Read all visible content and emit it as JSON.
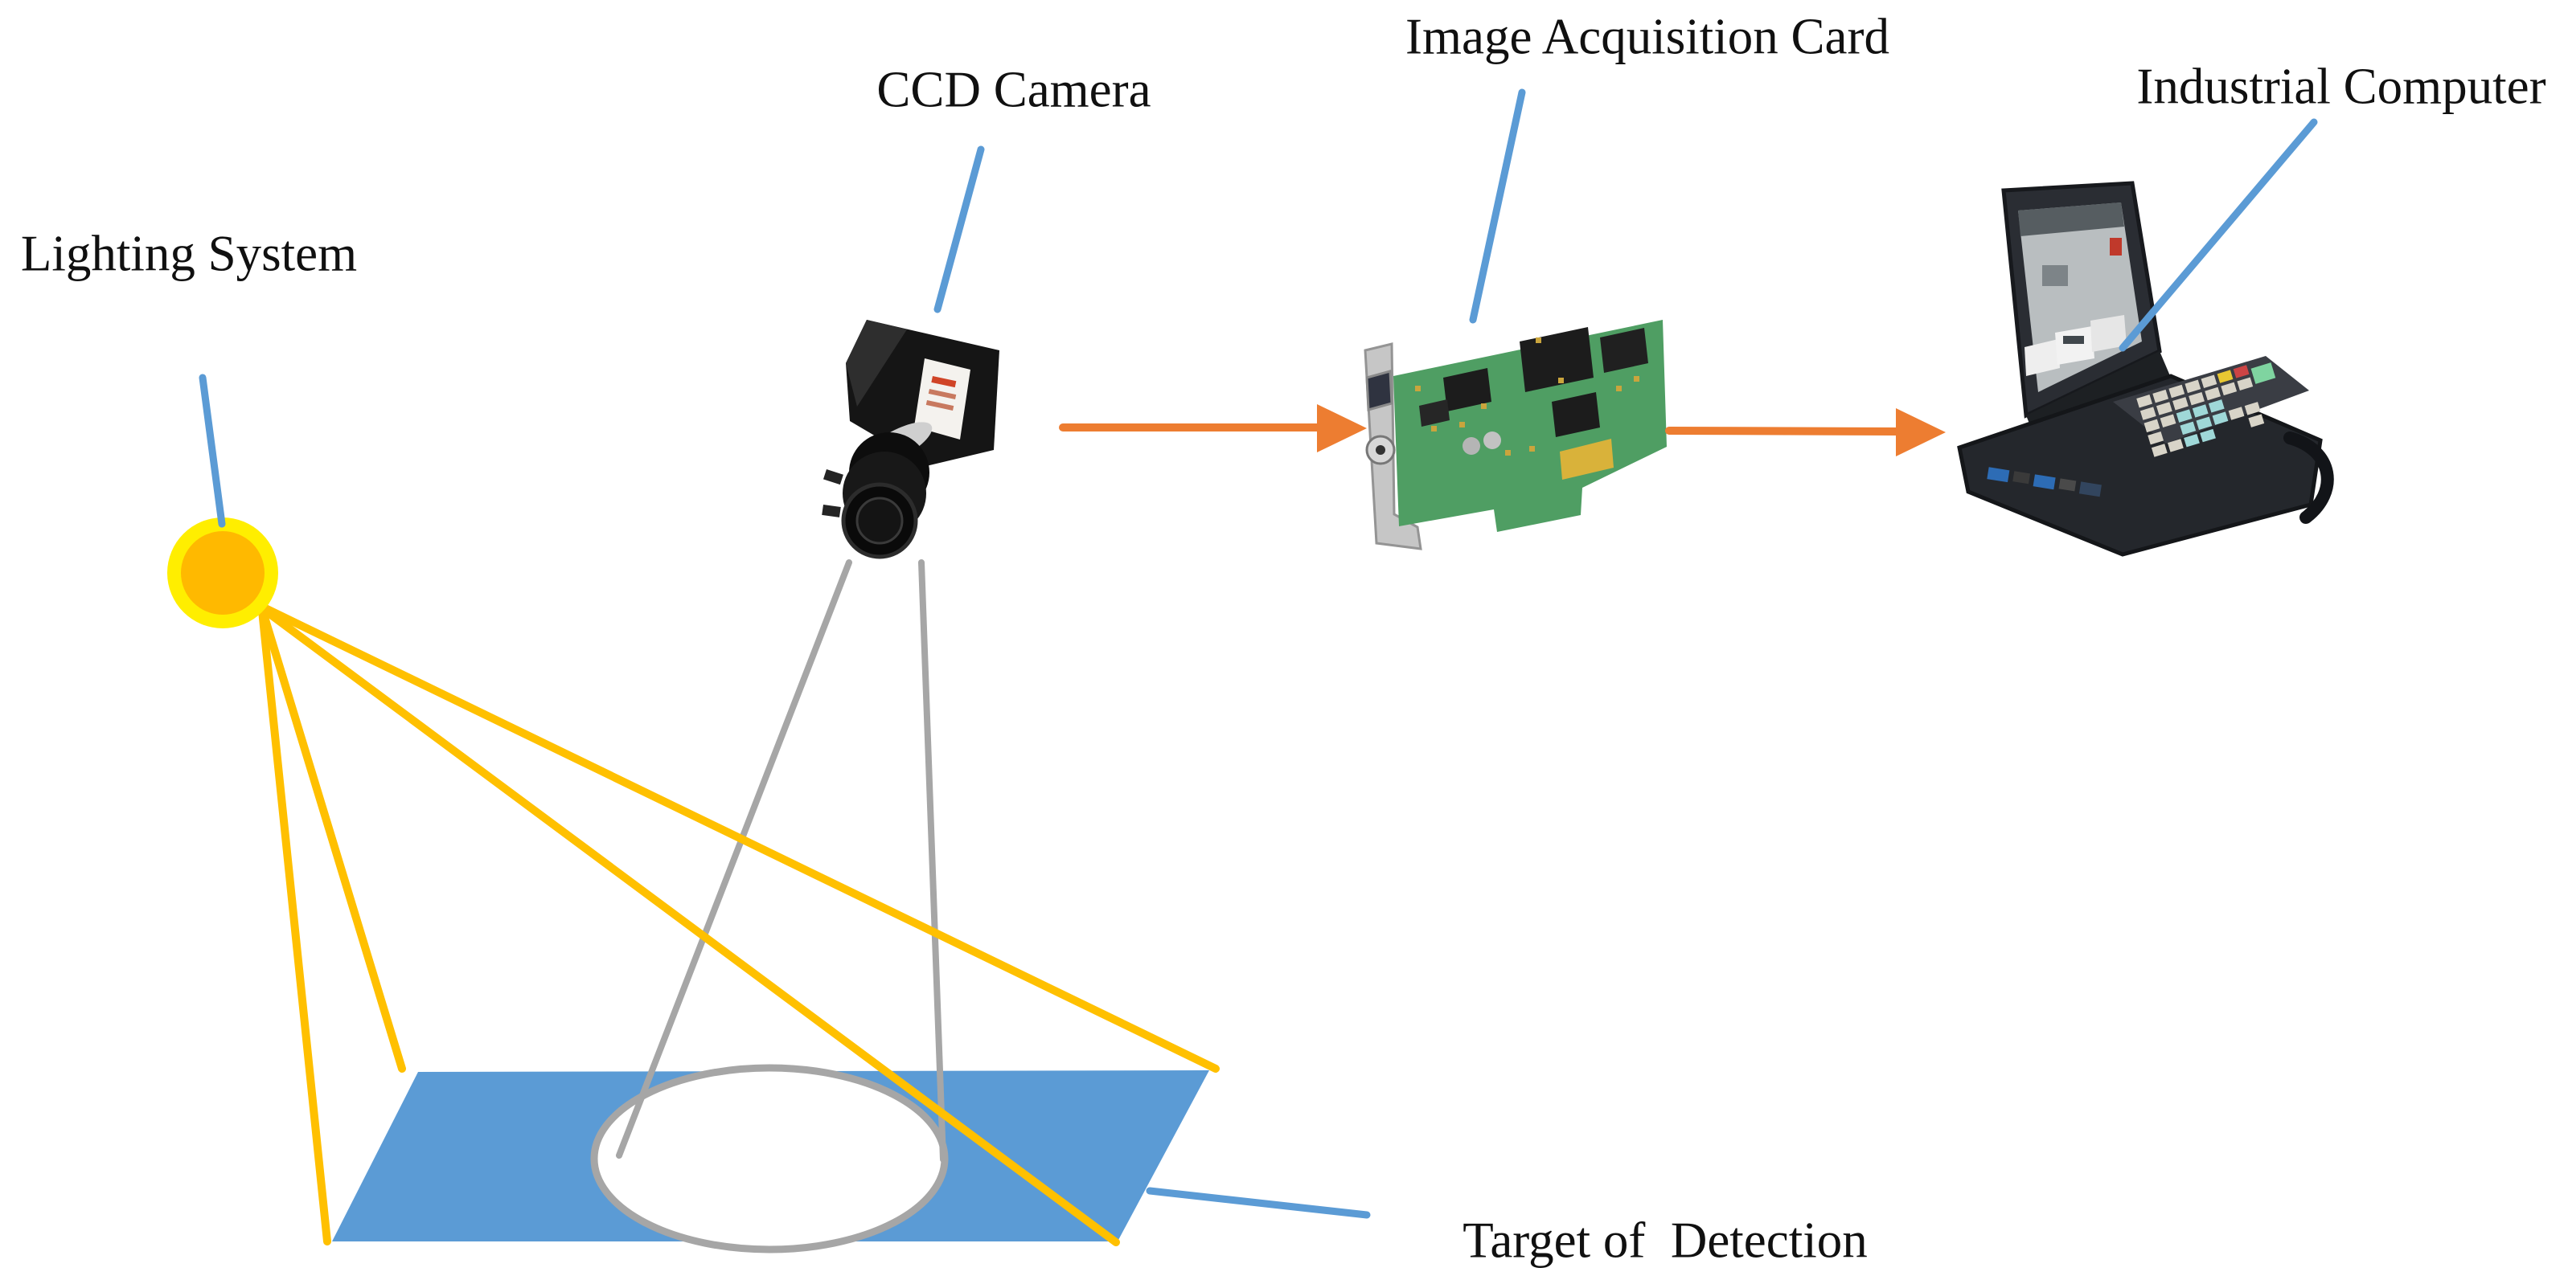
{
  "diagram": {
    "labels": {
      "lighting": "Lighting System",
      "camera": "CCD Camera",
      "card": "Image Acquisition Card",
      "computer": "Industrial Computer",
      "target": "Target of  Detection"
    },
    "icons": {
      "sun": "sun-lighting-icon",
      "camera": "ccd-camera-image",
      "card": "acquisition-card-image",
      "computer": "industrial-computer-image"
    },
    "colors": {
      "leader": "#5B9BD5",
      "surface": "#5B9BD5",
      "ray": "#FFC000",
      "gray": "#A6A6A6",
      "arrow": "#ED7D31",
      "sun_outer": "#FFEE00",
      "sun_inner": "#FFB900",
      "text": "#101010",
      "background": "#FFFFFF"
    }
  }
}
